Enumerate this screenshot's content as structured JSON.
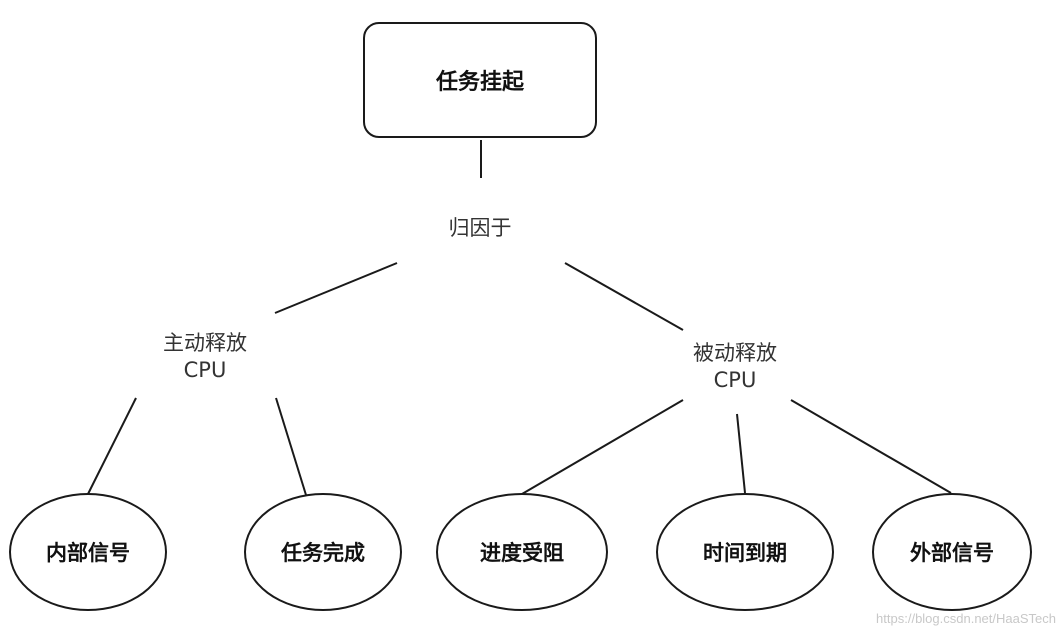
{
  "diagram": {
    "root": {
      "label": "任务挂起"
    },
    "connector": {
      "label": "归因于"
    },
    "branches": [
      {
        "label_line1": "主动释放",
        "label_line2": "CPU",
        "children": [
          {
            "label": "内部信号"
          },
          {
            "label": "任务完成"
          }
        ]
      },
      {
        "label_line1": "被动释放",
        "label_line2": "CPU",
        "children": [
          {
            "label": "进度受阻"
          },
          {
            "label": "时间到期"
          },
          {
            "label": "外部信号"
          }
        ]
      }
    ]
  },
  "watermark": "https://blog.csdn.net/HaaSTech",
  "colors": {
    "line": "#1a1a1a",
    "text": "#111111",
    "label_text": "#333333",
    "background": "#ffffff"
  }
}
